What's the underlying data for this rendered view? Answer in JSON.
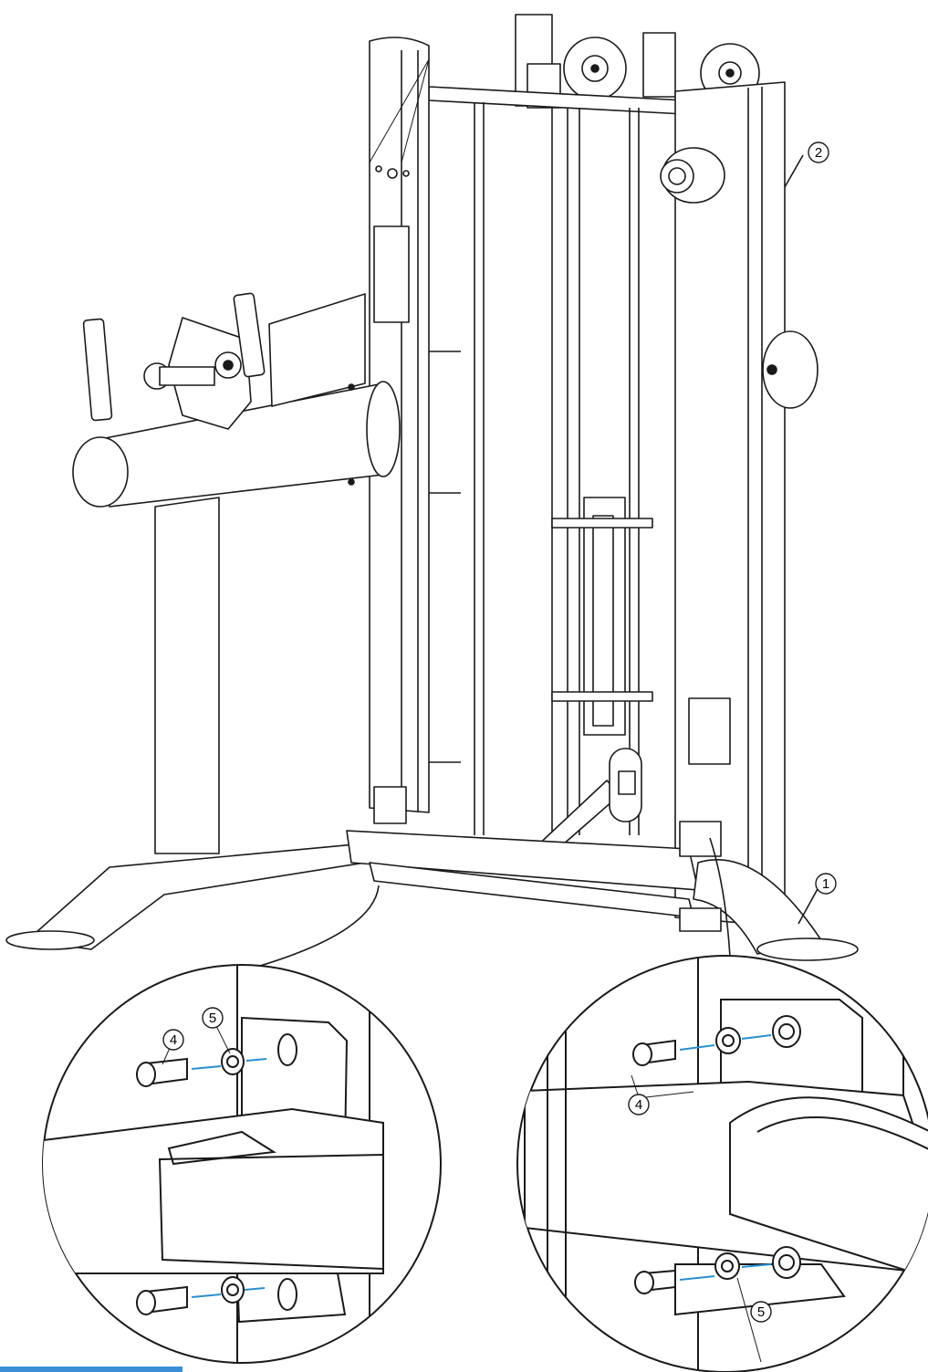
{
  "callouts": {
    "base_frame": "1",
    "upright_frame": "2",
    "bolt_left": "4",
    "washer_left": "5",
    "bolt_right": "4",
    "washer_right": "5"
  },
  "colors": {
    "line": "#1a1a1a",
    "leader_blue": "#2a8fd0",
    "bottom_rule": "#3a8fd6",
    "callout_fill": "#ffffff"
  }
}
